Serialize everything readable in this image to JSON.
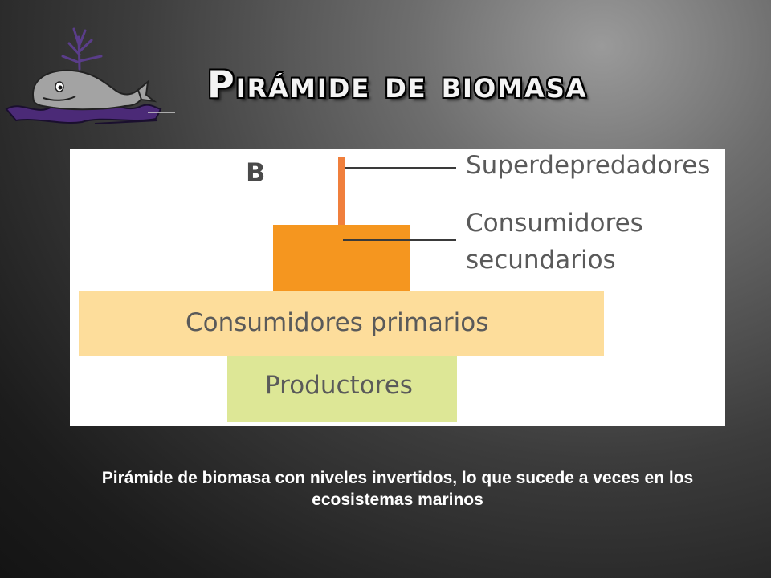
{
  "slide": {
    "title": "Pirámide de biomasa",
    "caption": "Pirámide de biomasa con niveles invertidos, lo que sucede a veces en los ecosistemas marinos"
  },
  "logo": {
    "icon": "whale-icon",
    "colors": {
      "body": "#9c9c9c",
      "water": "#4b2a77"
    }
  },
  "diagram": {
    "panel_label": "B",
    "levels": [
      {
        "name": "Superdepredadores",
        "color": "#f07f3c"
      },
      {
        "name": "Consumidores secundarios",
        "line1": "Consumidores",
        "line2": "secundarios",
        "color": "#f5961f"
      },
      {
        "name": "Consumidores primarios",
        "color": "#fddd9b"
      },
      {
        "name": "Productores",
        "color": "#dde796"
      }
    ]
  }
}
